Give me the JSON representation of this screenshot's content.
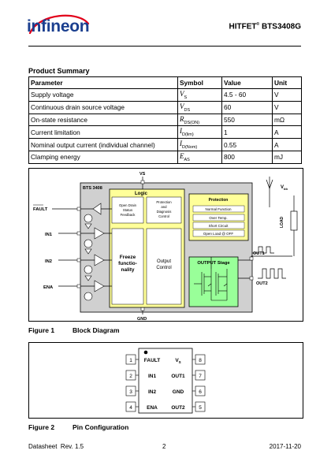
{
  "header": {
    "logo_text": "infineon",
    "product_title": "HITFET",
    "product_reg": "®",
    "product_code": "BTS3408G"
  },
  "summary": {
    "title": "Product Summary",
    "columns": [
      "Parameter",
      "Symbol",
      "Value",
      "Unit"
    ],
    "rows": [
      {
        "parameter": "Supply voltage",
        "symbol_main": "V",
        "symbol_sub": "S",
        "value": "4.5 - 60",
        "unit": "V"
      },
      {
        "parameter": "Continuous drain source voltage",
        "symbol_main": "V",
        "symbol_sub": "DS",
        "value": "60",
        "unit": "V"
      },
      {
        "parameter": "On-state resistance",
        "symbol_main": "R",
        "symbol_sub": "DS(ON)",
        "value": "550",
        "unit": "mΩ"
      },
      {
        "parameter": "Current limitation",
        "symbol_main": "I",
        "symbol_sub": "D(lim)",
        "value": "1",
        "unit": "A"
      },
      {
        "parameter": "Nominal output current (individual channel)",
        "symbol_main": "I",
        "symbol_sub": "D(Nom)",
        "value": "0.55",
        "unit": "A"
      },
      {
        "parameter": "Clamping energy",
        "symbol_main": "E",
        "symbol_sub": "AS",
        "value": "800",
        "unit": "mJ"
      }
    ]
  },
  "block_diagram": {
    "chip_label": "BTS 3408",
    "vs_label": "VS",
    "gnd_label": "GND",
    "pins_left": [
      "FAULT",
      "IN1",
      "IN2",
      "ENA"
    ],
    "logic_title": "Logic",
    "open_drain_box": [
      "Open Drain",
      "Status",
      "Feedback"
    ],
    "prot_diag_box": [
      "Protection",
      "and",
      "Diagnosis",
      "Control"
    ],
    "freeze_box": [
      "Freeze",
      "functio-",
      "nality"
    ],
    "output_control_box": [
      "Output",
      "Control"
    ],
    "protection_title": "Protection",
    "protection_items": [
      "Normal Function",
      "Over Temp.",
      "Short Circuit",
      "Open Load @ OFF"
    ],
    "output_stage_title": "OUTPUT Stage",
    "out1_label": "OUT1",
    "out2_label": "OUT2",
    "vbb_label": "V",
    "vbb_sub": "bb",
    "load_label": "LOAD",
    "colors": {
      "chip_bg": "#d0d0d0",
      "logic": "#ffff99",
      "output_stage": "#99ff99",
      "ink": "#000000"
    }
  },
  "fig1": {
    "number": "Figure 1",
    "title": "Block Diagram"
  },
  "pin_config": {
    "left_pins": [
      {
        "num": "1",
        "name": "FAULT"
      },
      {
        "num": "2",
        "name": "IN1"
      },
      {
        "num": "3",
        "name": "IN2"
      },
      {
        "num": "4",
        "name": "ENA"
      }
    ],
    "right_pins": [
      {
        "num": "8",
        "name": "V",
        "sub": "S"
      },
      {
        "num": "7",
        "name": "OUT1"
      },
      {
        "num": "6",
        "name": "GND"
      },
      {
        "num": "5",
        "name": "OUT2"
      }
    ]
  },
  "fig2": {
    "number": "Figure 2",
    "title": "Pin Configuration"
  },
  "footer": {
    "left": "Datasheet",
    "rev": "Rev. 1.5",
    "page": "2",
    "date": "2017-11-20"
  }
}
